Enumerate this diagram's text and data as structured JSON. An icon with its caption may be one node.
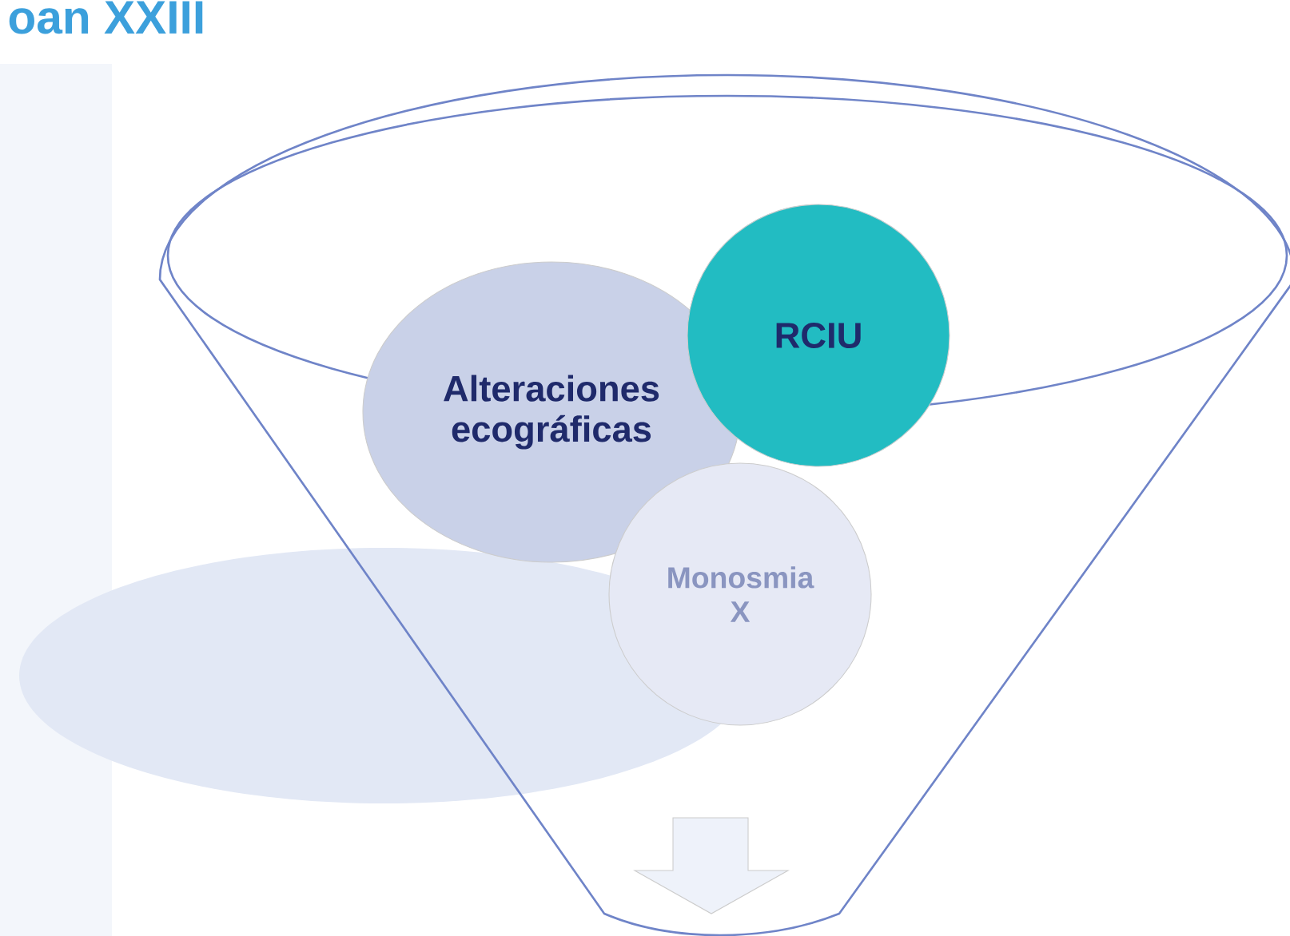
{
  "diagram": {
    "title": "oan XXIII",
    "nodes": [
      {
        "text": [
          "Alteraciones ecográficas"
        ]
      },
      {
        "text": [
          "RCIU"
        ]
      },
      {
        "text": [
          "Monosmia X"
        ]
      }
    ]
  }
}
